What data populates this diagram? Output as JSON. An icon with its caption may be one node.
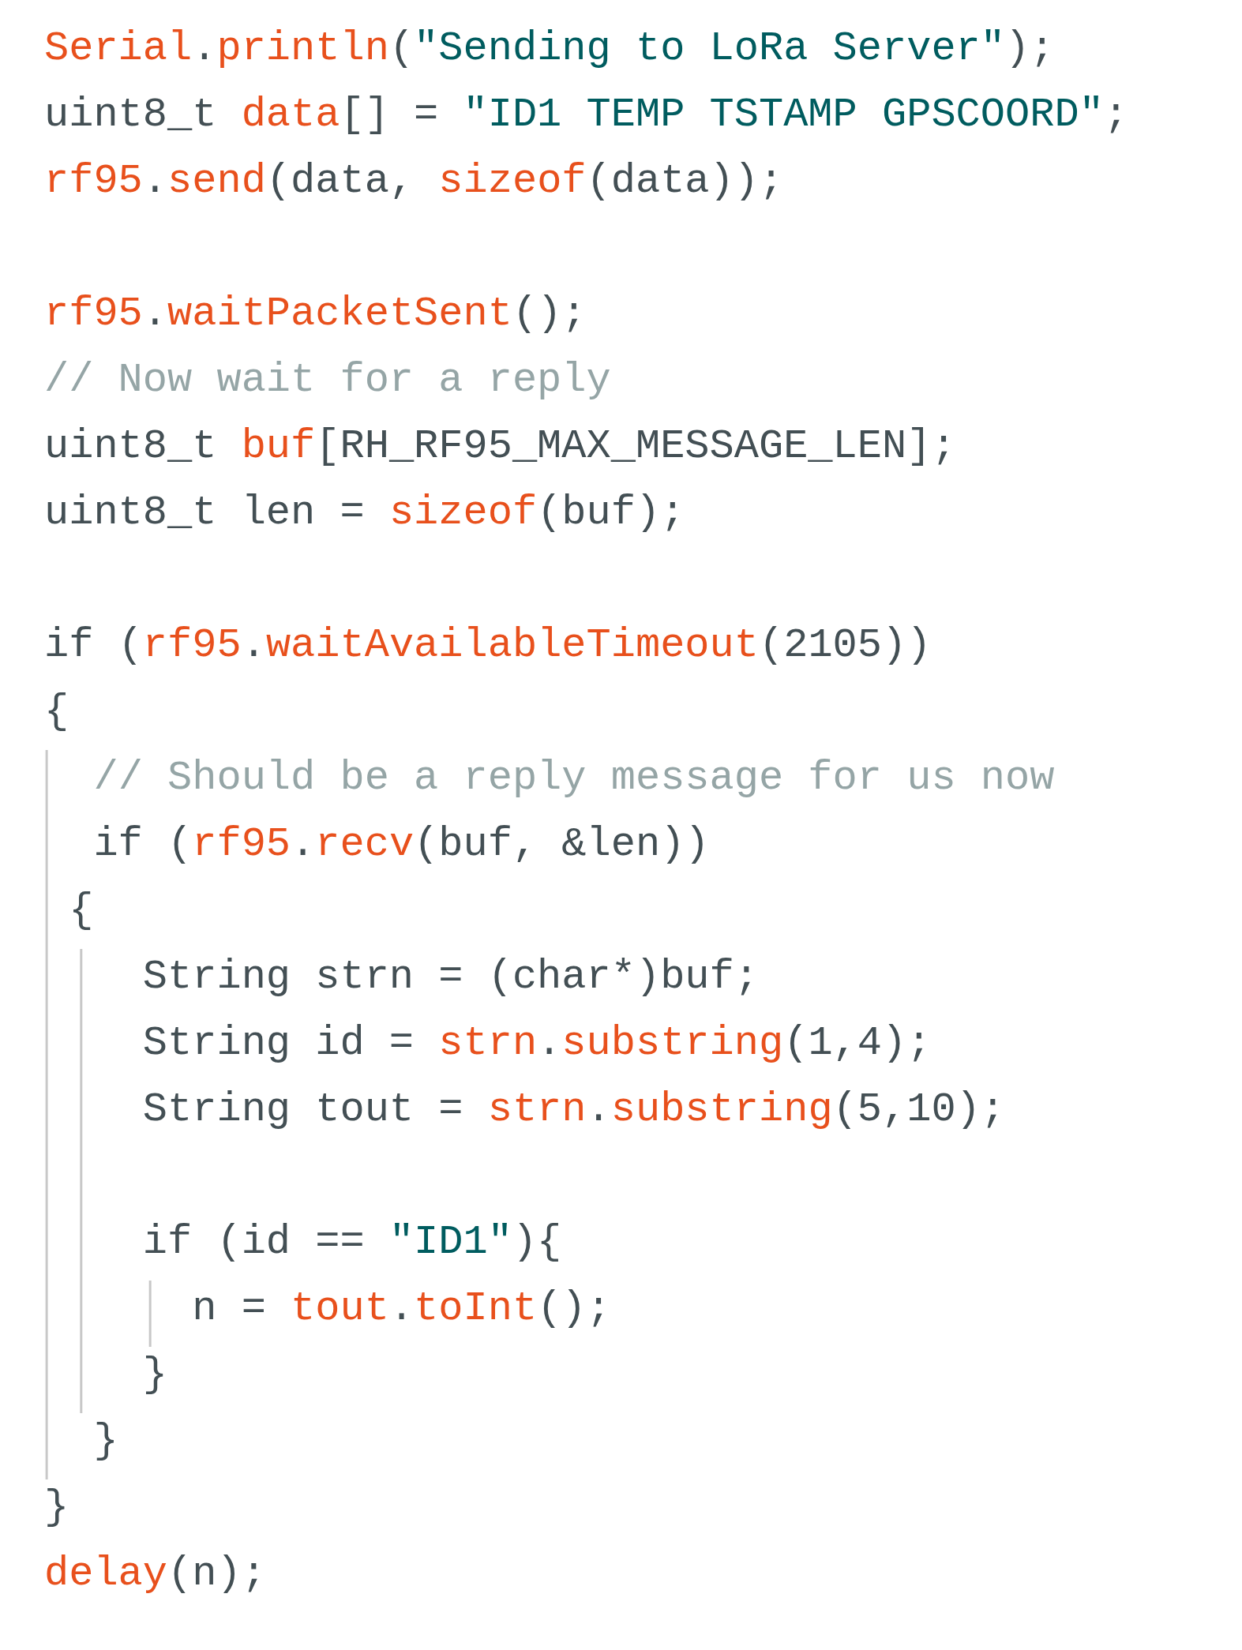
{
  "diagram": {
    "labels": [
      "Serial.println(\"Sending to LoRa Server\");",
      "uint8_t data[] = \"ID1 TEMP TSTAMP GPSCOORD\";",
      "rf95.send(data, sizeof(data));",
      "rf95.waitPacketSent();",
      "// Now wait for a reply",
      "uint8_t buf[RH_RF95_MAX_MESSAGE_LEN];",
      "uint8_t len = sizeof(buf);",
      "if (rf95.waitAvailableTimeout(2105))",
      "{",
      "  // Should be a reply message for us now",
      "  if (rf95.recv(buf, &len))",
      " {",
      "    String strn = (char*)buf;",
      "    String id = strn.substring(1,4);",
      "    String tout = strn.substring(5,10);",
      "    if (id == \"ID1\"){",
      "      n = tout.toInt();",
      "    }",
      "  }",
      "}",
      "delay(n);"
    ]
  }
}
